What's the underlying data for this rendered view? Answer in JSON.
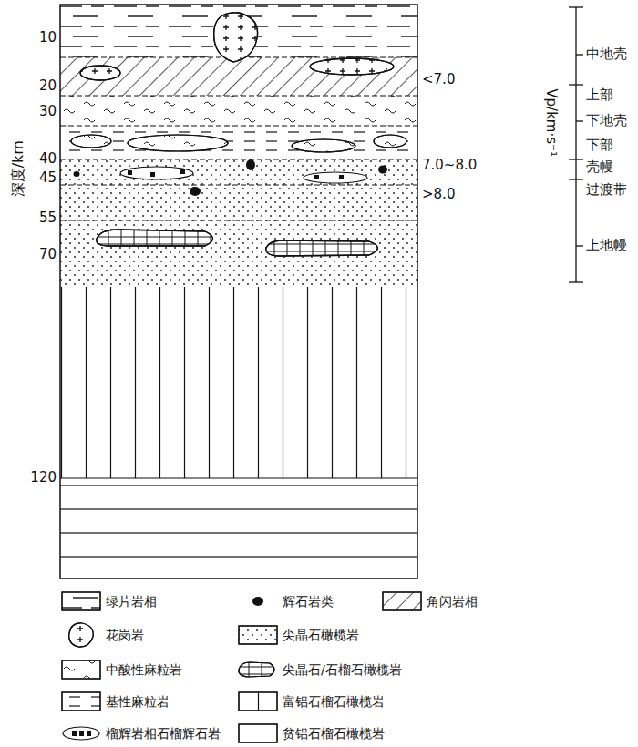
{
  "diagram": {
    "labels": [
      "深度/km",
      "10",
      "20",
      "30",
      "40",
      "45",
      "55",
      "70",
      "120",
      "<7.0",
      "7.0~8.0",
      ">8.0",
      "Vp/km·s⁻¹",
      "中地壳",
      "上部",
      "下地壳",
      "下部",
      "壳幔",
      "过渡带",
      "上地幔"
    ],
    "legend": [
      {
        "text": "绿片岩相"
      },
      {
        "text": "辉石岩类"
      },
      {
        "text": "角闪岩相"
      },
      {
        "text": "花岗岩"
      },
      {
        "text": "尖晶石橄榄岩"
      },
      {
        "text": "中酸性麻粒岩"
      },
      {
        "text": "尖晶石/石榴石橄榄岩"
      },
      {
        "text": "基性麻粒岩"
      },
      {
        "text": "富铝石榴石橄榄岩"
      },
      {
        "text": "榴辉岩相石榴辉石岩"
      },
      {
        "text": "贫铝石榴石橄榄岩"
      }
    ]
  }
}
